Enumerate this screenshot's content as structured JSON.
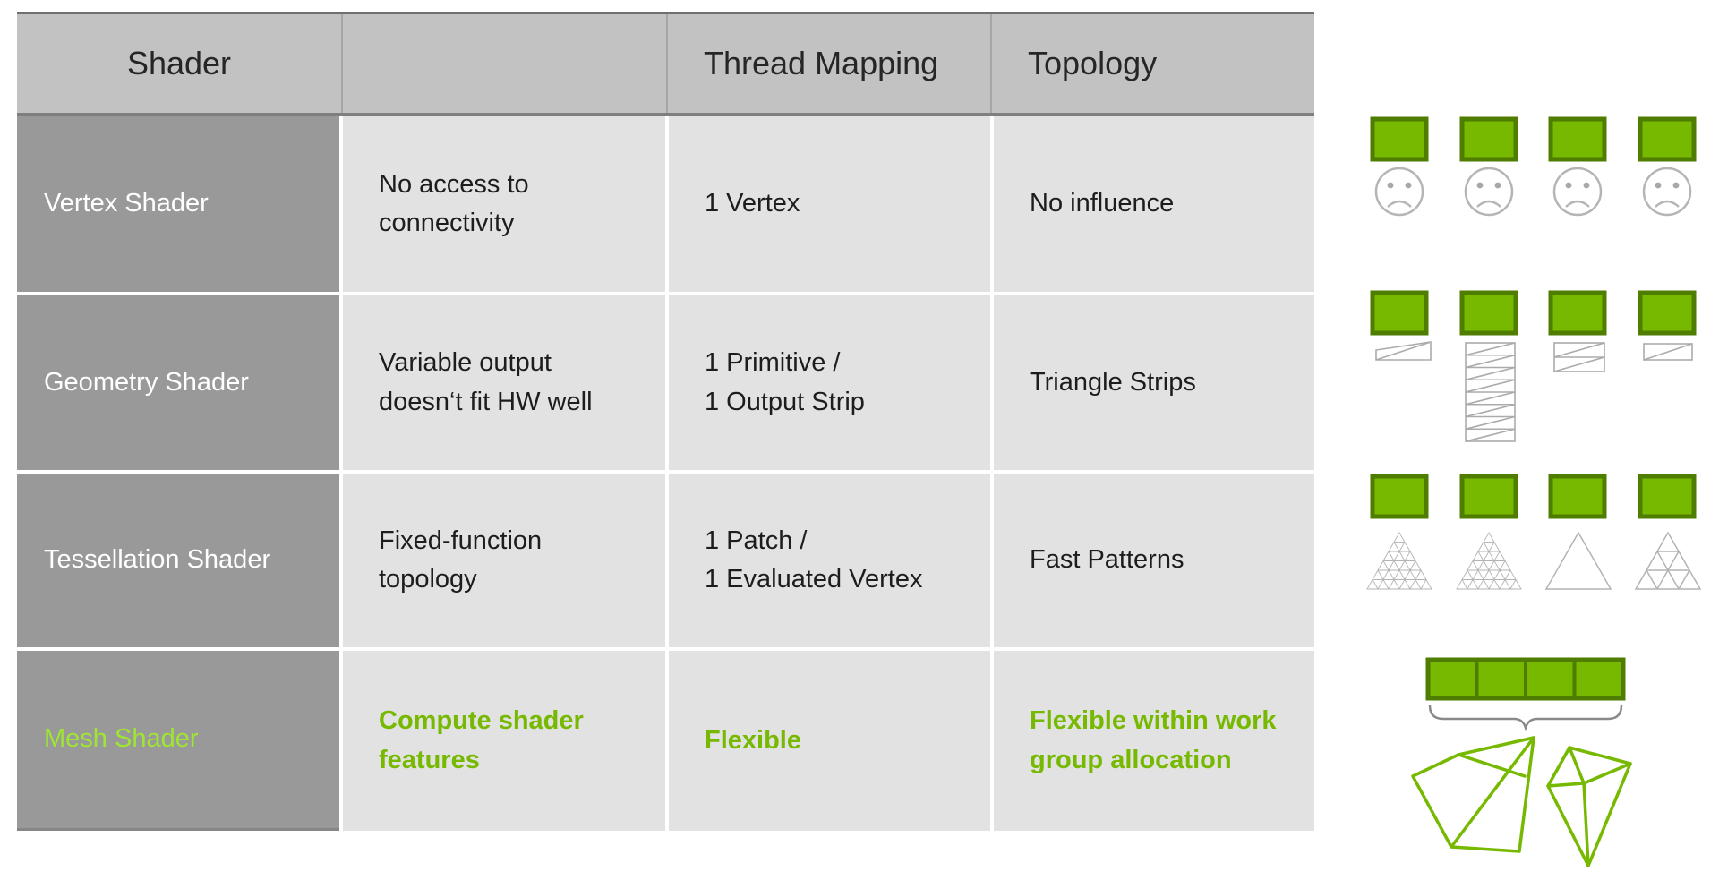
{
  "table": {
    "headers": [
      "Shader",
      "",
      "Thread Mapping",
      "Topology"
    ],
    "rows": [
      {
        "cells": [
          "Vertex Shader",
          "No access to\nconnectivity",
          "1 Vertex",
          "No influence"
        ],
        "accent": false
      },
      {
        "cells": [
          "Geometry Shader",
          "Variable output\ndoesn‘t fit HW well",
          "1 Primitive /\n1 Output Strip",
          "Triangle Strips"
        ],
        "accent": false
      },
      {
        "cells": [
          "Tessellation Shader",
          "Fixed-function\ntopology",
          "1 Patch /\n1 Evaluated Vertex",
          "Fast Patterns"
        ],
        "accent": false
      },
      {
        "cells": [
          "Mesh Shader",
          "Compute shader\nfeatures",
          "Flexible",
          "Flexible within work\ngroup allocation"
        ],
        "accent": true
      }
    ]
  },
  "graphics": {
    "vertex_row": {
      "thread_blocks": 4,
      "icon": "sad-face-icon"
    },
    "geometry_row": {
      "thread_blocks": 4,
      "icon": "triangle-strip-icon",
      "strip_rows": [
        1,
        8,
        2,
        1
      ]
    },
    "tessellation_row": {
      "thread_blocks": 4,
      "icon": "tessellated-triangle-icon",
      "patterns": [
        "dense",
        "dense",
        "plain",
        "coarse"
      ]
    },
    "mesh_row": {
      "bar_segments": 4,
      "icon": "meshlet-icon",
      "meshlets": 2
    }
  },
  "colors": {
    "nvidia_green": "#76b900",
    "green_border": "#4e7d00",
    "mesh_label_green": "#9fe533",
    "header_bg": "#c2c2c2",
    "label_col_bg": "#999999",
    "cell_bg": "#e2e2e2",
    "dark_border": "#6f6f6f",
    "shape_gray": "#b0b0b0",
    "brace_gray": "#8a8a8a"
  }
}
